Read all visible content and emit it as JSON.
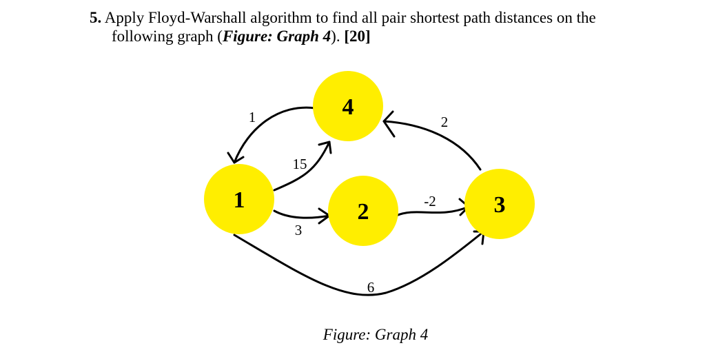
{
  "question": {
    "number": "5.",
    "text_1": "Apply Floyd-Warshall algorithm to find all pair shortest path distances on the",
    "text_2a": "following graph (",
    "figure_ref": "Figure: Graph 4",
    "text_2b": "). ",
    "marks": "[20]"
  },
  "graph": {
    "nodes": [
      {
        "id": "1",
        "label": "1"
      },
      {
        "id": "2",
        "label": "2"
      },
      {
        "id": "3",
        "label": "3"
      },
      {
        "id": "4",
        "label": "4"
      }
    ],
    "edges": [
      {
        "from": "4",
        "to": "1",
        "weight": "1"
      },
      {
        "from": "1",
        "to": "4",
        "weight": "15"
      },
      {
        "from": "1",
        "to": "2",
        "weight": "3"
      },
      {
        "from": "1",
        "to": "3",
        "weight": "6"
      },
      {
        "from": "2",
        "to": "3",
        "weight": "-2"
      },
      {
        "from": "3",
        "to": "4",
        "weight": "2"
      }
    ],
    "node_color": "#ffee00",
    "edge_color": "#000000"
  },
  "caption": "Figure: Graph 4"
}
